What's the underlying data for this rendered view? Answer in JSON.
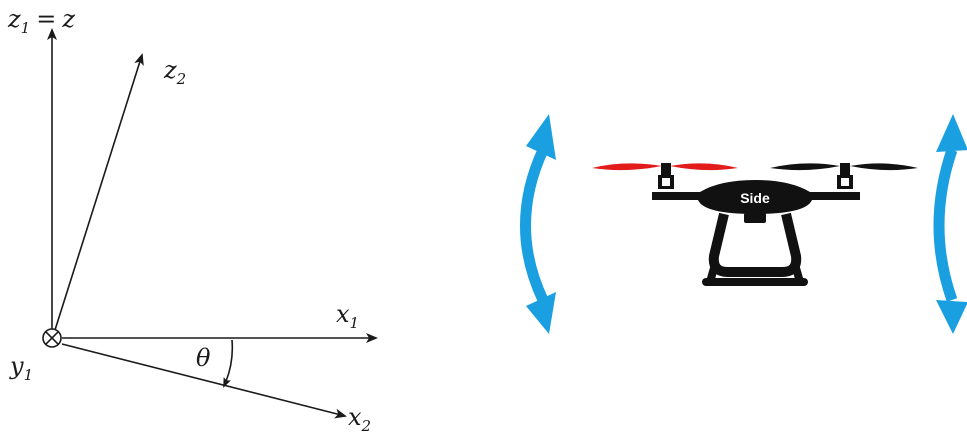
{
  "axes": {
    "z1_eq_z": {
      "z1": "z",
      "z1_sub": "1",
      "eq": "=",
      "z": "z"
    },
    "z2": {
      "base": "z",
      "sub": "2"
    },
    "x1": {
      "base": "x",
      "sub": "1"
    },
    "x2": {
      "base": "x",
      "sub": "2"
    },
    "y1": {
      "base": "y",
      "sub": "1"
    },
    "theta": "θ"
  },
  "drone": {
    "label": "Side",
    "colors": {
      "body": "#111111",
      "propeller_left": "#e21b1b",
      "propeller_right": "#111111",
      "arrow": "#1aa0e0",
      "label_text": "#ffffff"
    }
  }
}
